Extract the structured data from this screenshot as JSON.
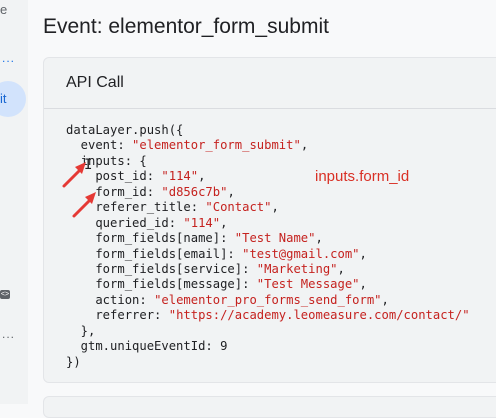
{
  "sidebar": {
    "frag_top": "e",
    "frag_dots1": "...",
    "frag_active": "it",
    "frag_code": "<>",
    "frag_dots2": "..."
  },
  "page": {
    "title": "Event: elementor_form_submit"
  },
  "card": {
    "header": "API Call",
    "code_lines": [
      [
        {
          "t": "k",
          "v": "dataLayer.push({"
        }
      ],
      [
        {
          "t": "k",
          "v": "  event: "
        },
        {
          "t": "s",
          "v": "\"elementor_form_submit\""
        },
        {
          "t": "k",
          "v": ","
        }
      ],
      [
        {
          "t": "k",
          "v": "  inputs: {"
        }
      ],
      [
        {
          "t": "k",
          "v": "    post_id: "
        },
        {
          "t": "s",
          "v": "\"114\""
        },
        {
          "t": "k",
          "v": ","
        }
      ],
      [
        {
          "t": "k",
          "v": "    form_id: "
        },
        {
          "t": "s",
          "v": "\"d856c7b\""
        },
        {
          "t": "k",
          "v": ","
        }
      ],
      [
        {
          "t": "k",
          "v": "    referer_title: "
        },
        {
          "t": "s",
          "v": "\"Contact\""
        },
        {
          "t": "k",
          "v": ","
        }
      ],
      [
        {
          "t": "k",
          "v": "    queried_id: "
        },
        {
          "t": "s",
          "v": "\"114\""
        },
        {
          "t": "k",
          "v": ","
        }
      ],
      [
        {
          "t": "k",
          "v": "    form_fields[name]: "
        },
        {
          "t": "s",
          "v": "\"Test Name\""
        },
        {
          "t": "k",
          "v": ","
        }
      ],
      [
        {
          "t": "k",
          "v": "    form_fields[email]: "
        },
        {
          "t": "s",
          "v": "\"test@gmail.com\""
        },
        {
          "t": "k",
          "v": ","
        }
      ],
      [
        {
          "t": "k",
          "v": "    form_fields[service]: "
        },
        {
          "t": "s",
          "v": "\"Marketing\""
        },
        {
          "t": "k",
          "v": ","
        }
      ],
      [
        {
          "t": "k",
          "v": "    form_fields[message]: "
        },
        {
          "t": "s",
          "v": "\"Test Message\""
        },
        {
          "t": "k",
          "v": ","
        }
      ],
      [
        {
          "t": "k",
          "v": "    action: "
        },
        {
          "t": "s",
          "v": "\"elementor_pro_forms_send_form\""
        },
        {
          "t": "k",
          "v": ","
        }
      ],
      [
        {
          "t": "k",
          "v": "    referrer: "
        },
        {
          "t": "s",
          "v": "\"https://academy.leomeasure.com/contact/\""
        }
      ],
      [
        {
          "t": "k",
          "v": "  },"
        }
      ],
      [
        {
          "t": "k",
          "v": "  gtm.uniqueEventId: "
        },
        {
          "t": "n",
          "v": "9"
        }
      ],
      [
        {
          "t": "k",
          "v": "})"
        }
      ]
    ]
  },
  "annotation": {
    "text": "inputs.form_id",
    "color": "#d93025"
  },
  "colors": {
    "string": "#c5221f",
    "accent": "#1a73e8"
  }
}
